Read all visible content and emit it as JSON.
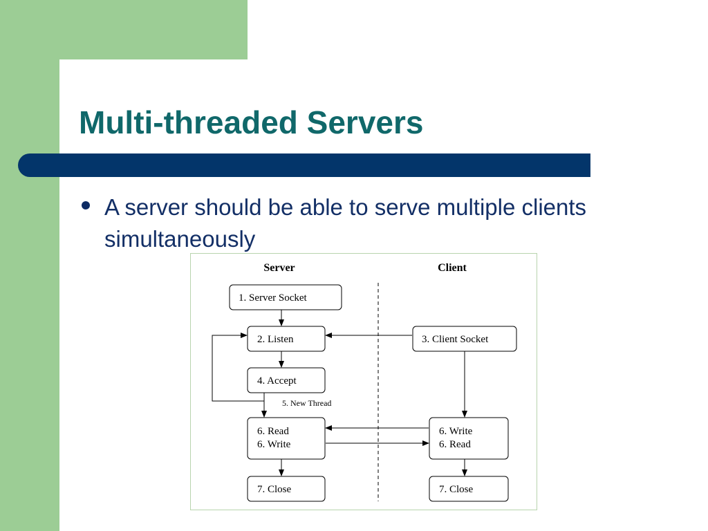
{
  "slide": {
    "title": "Multi-threaded Servers",
    "bullet": "A server should be able to serve multiple clients simultaneously"
  },
  "diagram": {
    "server_header": "Server",
    "client_header": "Client",
    "server_socket": "1. Server Socket",
    "listen": "2. Listen",
    "client_socket": "3. Client Socket",
    "accept": "4. Accept",
    "new_thread": "5. New Thread",
    "server_read": "6. Read",
    "server_write": "6. Write",
    "client_write": "6. Write",
    "client_read": "6. Read",
    "server_close": "7. Close",
    "client_close": "7. Close"
  },
  "colors": {
    "green_panel": "#9ccd95",
    "title": "#10686a",
    "title_bar": "#03356a",
    "bullet_text": "#132f66"
  }
}
